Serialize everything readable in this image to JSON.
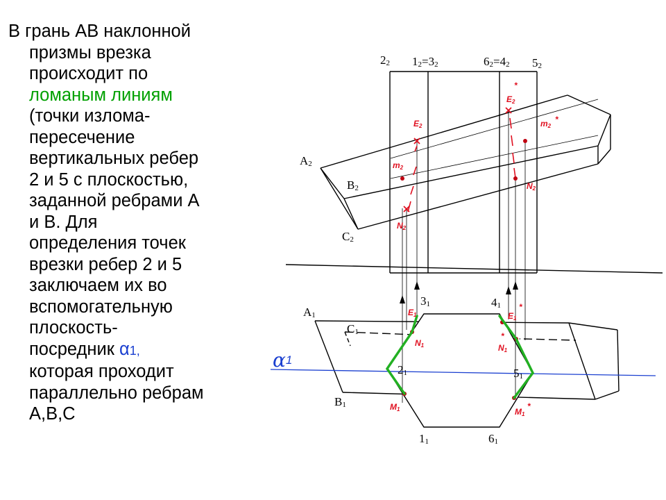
{
  "text": {
    "line1": "В грань АВ наклонной",
    "line2": "призмы врезка",
    "line3": "происходит по",
    "line4_green": "ломаным линиям",
    "line5": "(точки излома-",
    "line6": "пересечение",
    "line7": "вертикальных ребер",
    "line8": "2 и 5 с плоскостью,",
    "line9": "заданной ребрами А",
    "line10": "и В. Для",
    "line11": "определения точек",
    "line12": "врезки ребер 2 и 5",
    "line13": "заключаем их во",
    "line14": "вспомогательную",
    "line15": "плоскость-",
    "line16_pre": "посредник ",
    "line16_alpha": "α",
    "line16_sub": "1,",
    "line17": "которая проходит",
    "line18": "параллельно ребрам",
    "line19": "А,В,С"
  },
  "front_view": {
    "top_labels": {
      "l2": "2",
      "l2_sub": "2",
      "l13": "1",
      "l13_sub": "2",
      "l13_eq": "=3",
      "l13_sub2": "2",
      "l64": "6",
      "l64_sub": "2",
      "l64_eq": "=4",
      "l64_sub2": "2",
      "l5": "5",
      "l5_sub": "2"
    },
    "A": "A",
    "A_sub": "2",
    "B": "B",
    "B_sub": "2",
    "C": "C",
    "C_sub": "2"
  },
  "top_view": {
    "A": "A",
    "A_sub": "1",
    "B": "B",
    "B_sub": "1",
    "C": "C",
    "C_sub": "1",
    "p1": "1",
    "p1_sub": "1",
    "p2": "2",
    "p2_sub": "1",
    "p3": "3",
    "p3_sub": "1",
    "p4": "4",
    "p4_sub": "1",
    "p5": "5",
    "p5_sub": "1",
    "p6": "6",
    "p6_sub": "1"
  },
  "red_labels": {
    "E2": "E",
    "E2_sub": "2",
    "E2s": "E",
    "E2s_sub": "2",
    "star": "*",
    "m2": "m",
    "m2_sub": "2",
    "m2s": "m",
    "m2s_sub": "2",
    "N2": "N",
    "N2_sub": "2",
    "N2s": "N",
    "N2s_sub": "2",
    "E1": "E",
    "E1_sub": "1",
    "E1s": "E",
    "E1s_sub": "1",
    "N1": "N",
    "N1_sub": "1",
    "N1s": "N",
    "N1s_sub": "1",
    "M1": "M",
    "M1_sub": "1",
    "M1s": "M",
    "M1s_sub": "1"
  },
  "alpha_label": {
    "symbol": "α",
    "sub": "1"
  },
  "colors": {
    "green": "#22b022",
    "red": "#e01020",
    "blue": "#1a3fd0",
    "line": "#000000"
  }
}
